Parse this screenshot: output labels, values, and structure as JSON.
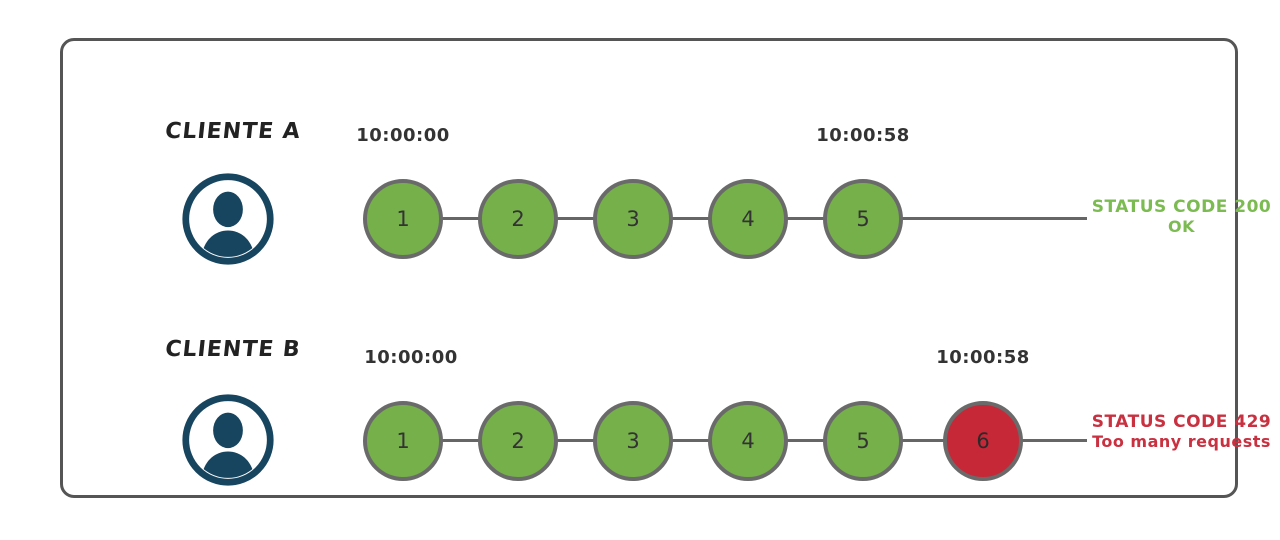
{
  "diagram": {
    "title": "rate-limiting comparison of two clients",
    "colors": {
      "request_ok_fill": "#76b04a",
      "request_blocked_fill": "#c62838",
      "node_border": "#6a6a6a",
      "timeline_line": "#666666",
      "status_ok_text": "#7cbb52",
      "status_error_text": "#c93040",
      "avatar_navy": "#17455f",
      "frame_border": "#555555",
      "dark_text": "#333333"
    },
    "icons": {
      "avatar": "user-avatar-icon"
    },
    "rows": [
      {
        "client": "CLIENTE A",
        "time_start": "10:00:00",
        "time_end": "10:00:58",
        "requests": [
          "1",
          "2",
          "3",
          "4",
          "5"
        ],
        "status": {
          "line1": "STATUS CODE 200",
          "line2": "OK",
          "type": "ok"
        }
      },
      {
        "client": "CLIENTE B",
        "time_start": "10:00:00",
        "time_end": "10:00:58",
        "requests": [
          "1",
          "2",
          "3",
          "4",
          "5",
          "6"
        ],
        "blocked_request": "6",
        "status": {
          "line1": "STATUS CODE 429",
          "line2": "Too many requests",
          "type": "error"
        }
      }
    ]
  }
}
